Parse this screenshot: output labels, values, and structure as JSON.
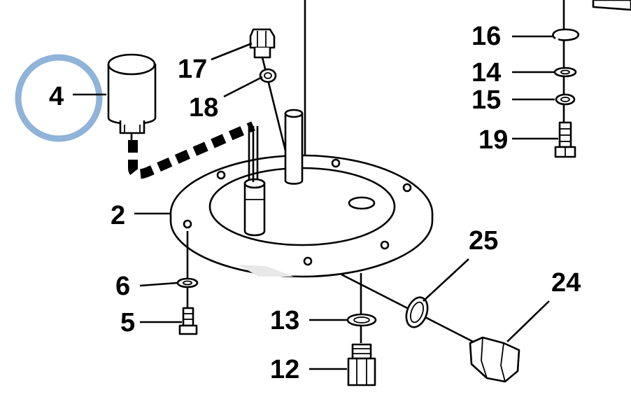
{
  "highlight_color": "#8fb3d9",
  "callouts": {
    "c2": "2",
    "c4": "4",
    "c5": "5",
    "c6": "6",
    "c12": "12",
    "c13": "13",
    "c14": "14",
    "c15": "15",
    "c16": "16",
    "c17": "17",
    "c18": "18",
    "c19": "19",
    "c24": "24",
    "c25": "25"
  }
}
